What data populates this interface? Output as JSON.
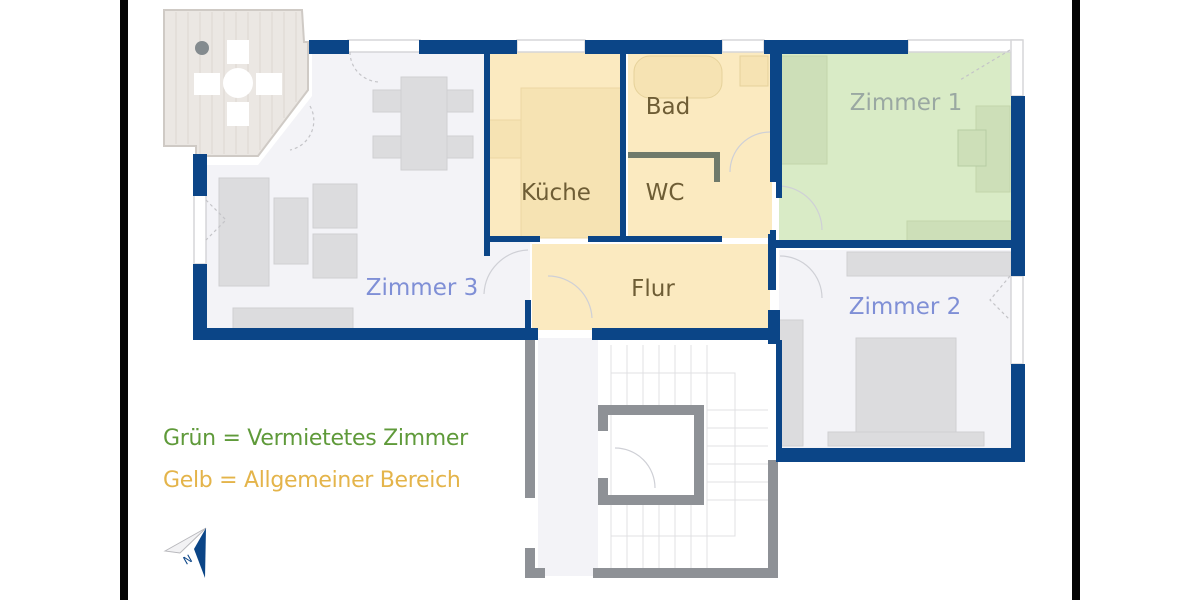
{
  "plan": {
    "rooms": [
      {
        "id": "zimmer1",
        "label": "Zimmer 1",
        "category": "rented"
      },
      {
        "id": "zimmer2",
        "label": "Zimmer 2",
        "category": "private"
      },
      {
        "id": "zimmer3",
        "label": "Zimmer 3",
        "category": "private"
      },
      {
        "id": "kueche",
        "label": "Küche",
        "category": "common"
      },
      {
        "id": "bad",
        "label": "Bad",
        "category": "common"
      },
      {
        "id": "wc",
        "label": "WC",
        "category": "common"
      },
      {
        "id": "flur",
        "label": "Flur",
        "category": "common"
      }
    ],
    "colors": {
      "wall": "#0b4587",
      "rented_fill": "#d9ebc6",
      "common_fill": "#fbeac0",
      "private_fill": "#f3f3f7",
      "stair_wall": "#8e9196",
      "furniture": "#dcdcde",
      "balcony": "#ebe7e3"
    }
  },
  "legend": {
    "green": "Grün = Vermietetes Zimmer",
    "yellow": "Gelb = Allgemeiner Bereich",
    "green_color": "#5f9a3a",
    "yellow_color": "#e4b44a"
  },
  "compass": {
    "label": "N",
    "icon": "north-arrow-icon"
  }
}
